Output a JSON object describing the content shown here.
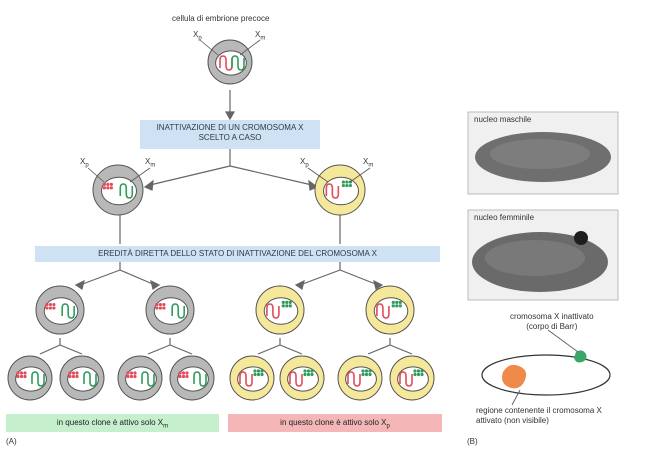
{
  "top_label": "cellula di embrione precoce",
  "xp": "X",
  "xp_sub": "p",
  "xm": "X",
  "xm_sub": "m",
  "banner1_line1": "INATTIVAZIONE DI UN CROMOSOMA X",
  "banner1_line2": "SCELTO A CASO",
  "banner2": "EREDITÀ DIRETTA DELLO STATO DI INATTIVAZIONE DEL CROMOSOMA X",
  "clone_left_text": "in questo clone è attivo solo X",
  "clone_left_sub": "m",
  "clone_right_text": "in questo clone è attivo solo X",
  "clone_right_sub": "p",
  "panel_a": "(A)",
  "panel_b": "(B)",
  "nucleo_maschile": "nucleo maschile",
  "nucleo_femminile": "nucleo femminile",
  "barr_line1": "cromosoma X inattivato",
  "barr_line2": "(corpo di Barr)",
  "region_line1": "regione contenente il cromosoma X",
  "region_line2": "attivato (non visibile)",
  "colors": {
    "banner": "#cfe2f3",
    "clone_left": "#c6efce",
    "clone_right": "#f4b6b6",
    "cell_gray": "#b8b8b8",
    "cell_yellow": "#f6e89a",
    "chrom_red": "#e24b5a",
    "chrom_green": "#2f9c5c"
  }
}
